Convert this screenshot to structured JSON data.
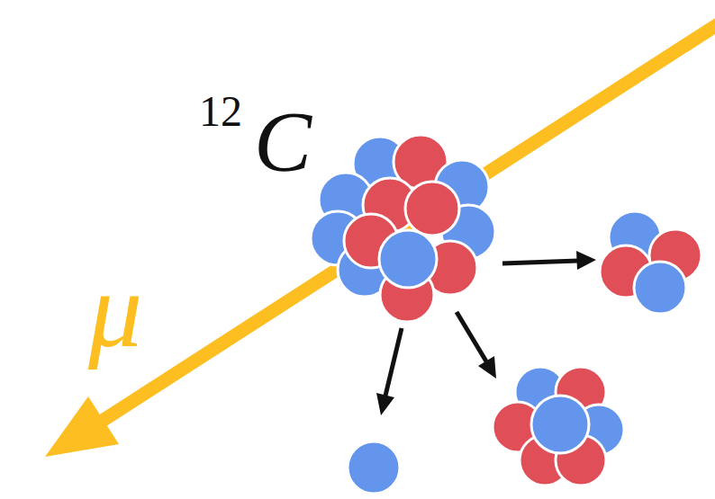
{
  "diagram": {
    "labels": [
      "12",
      "C",
      "μ"
    ]
  }
}
